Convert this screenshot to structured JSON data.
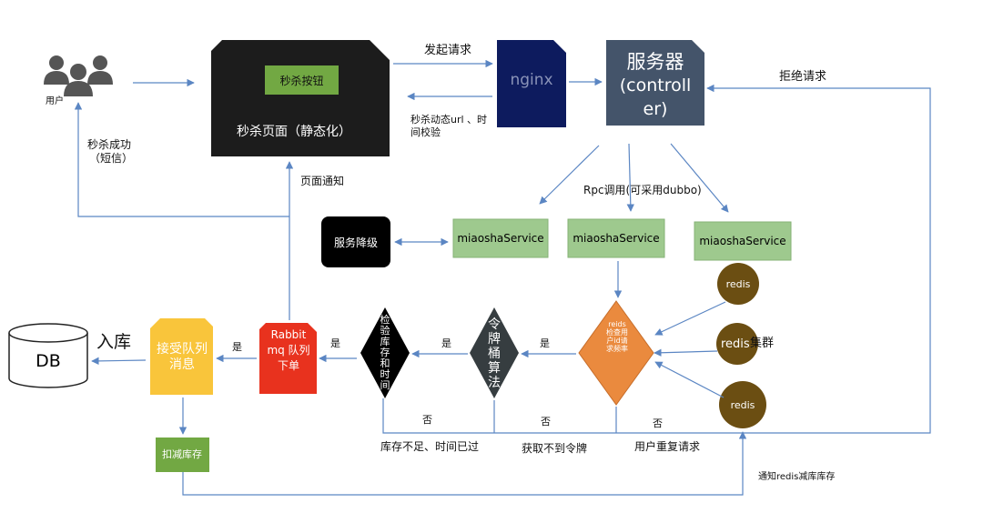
{
  "labels": {
    "user": "用户",
    "seckill_button": "秒杀按钮",
    "seckill_page": "秒杀页面（静态化）",
    "send_request": "发起请求",
    "nginx": "nginx",
    "dynamic_url_line1": "秒杀动态url 、时",
    "dynamic_url_line2": "间校验",
    "server_line1": "服务器",
    "server_line2": "(controll",
    "server_line3": "er)",
    "reject_request": "拒绝请求",
    "seckill_success_line1": "秒杀成功",
    "seckill_success_line2": "（短信）",
    "page_notify": "页面通知",
    "rpc_call": "Rpc调用(可采用dubbo)",
    "service_degrade": "服务降级",
    "service_a": "miaoshaService",
    "service_b": "miaoshaService",
    "service_c": "miaoshaService",
    "redis_top": "redis",
    "redis_cluster_a": "redis",
    "redis_cluster_b": "集群",
    "redis_bottom": "redis",
    "redis_check": "reids检查用户id请求频率",
    "token_bucket": "令牌桶算法",
    "check_stock": "检验库存和时间",
    "rabbitmq": "Rabbit mq 队列 下单",
    "receive_queue": "接受队列消息",
    "db": "DB",
    "into_db": "入库",
    "deduct_stock": "扣减库存",
    "yes_1": "是",
    "yes_2": "是",
    "yes_3": "是",
    "yes_4": "是",
    "no_1": "否",
    "no_2": "否",
    "no_3": "否",
    "stock_shortage": "库存不足、时间已过",
    "no_token": "获取不到令牌",
    "repeat_request": "用户重复请求",
    "notify_redis": "通知redis减库库存"
  },
  "colors": {
    "arrow": "#5b86c3",
    "dark_box": "#1c1c1c",
    "nginx": "#0d1b5e",
    "server": "#44546a",
    "green": "#9ec98e",
    "red": "#e8321e",
    "yellow": "#f9c53b",
    "orange": "#ea8a3e",
    "diamond_dark": "#363d40",
    "redis": "#6b4e12",
    "deduct": "#72a843"
  },
  "icons": [
    "users-icon",
    "database-icon"
  ]
}
